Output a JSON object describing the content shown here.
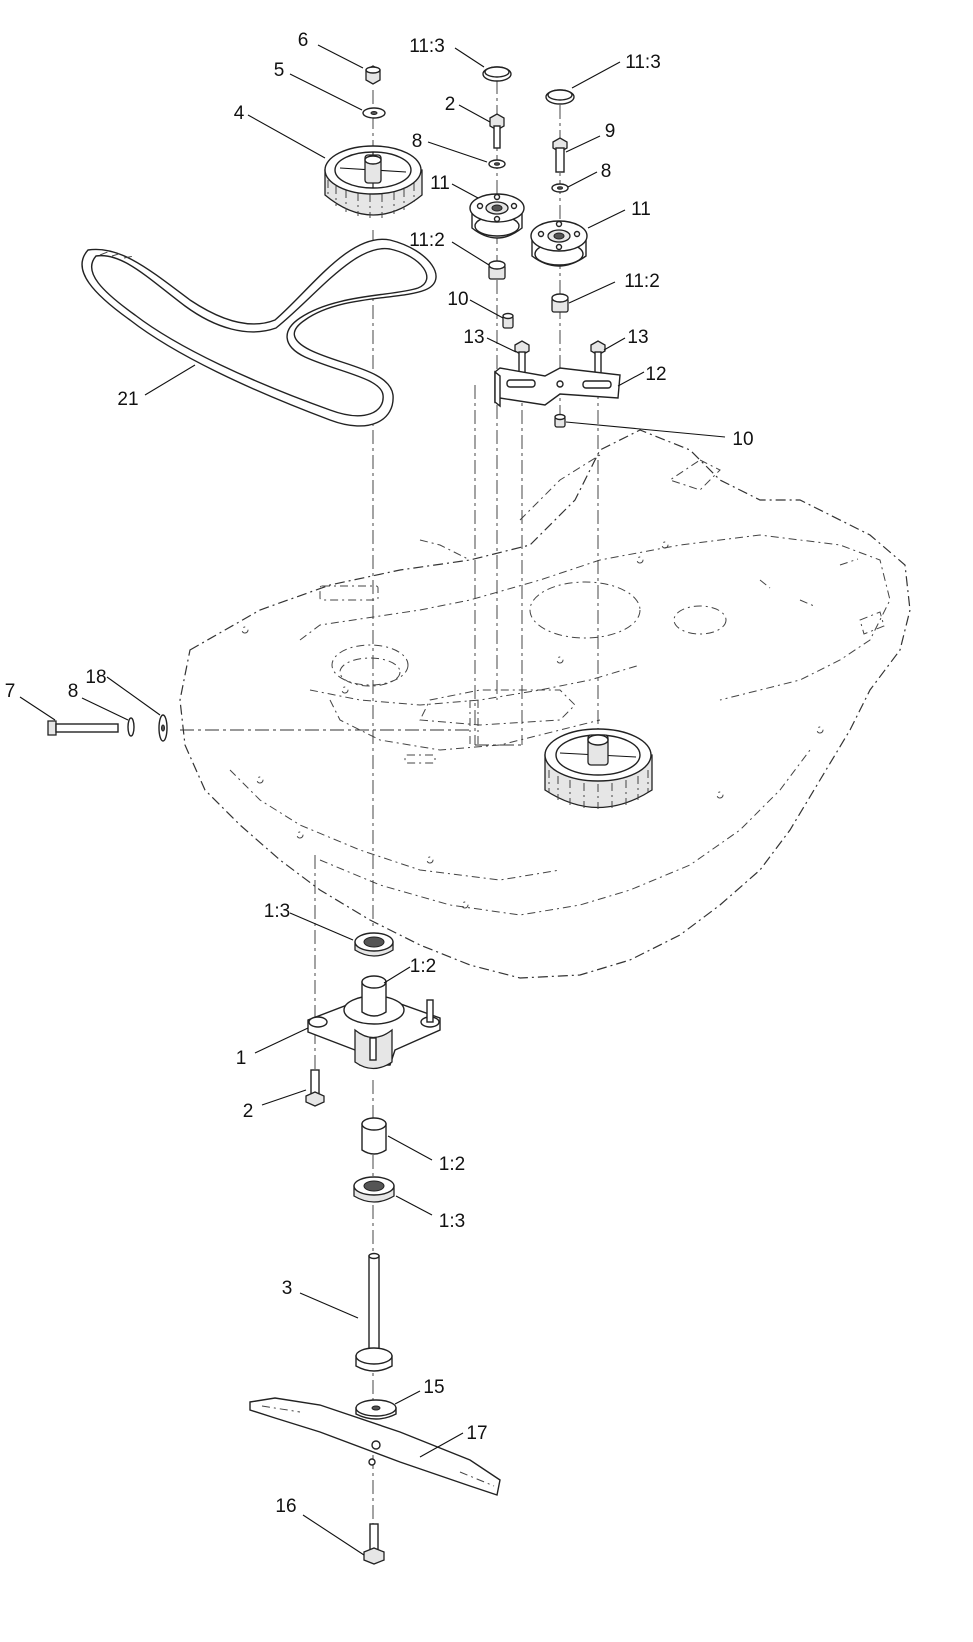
{
  "diagram": {
    "callouts": [
      {
        "id": "c6",
        "text": "6"
      },
      {
        "id": "c5",
        "text": "5"
      },
      {
        "id": "c4",
        "text": "4"
      },
      {
        "id": "c21",
        "text": "21"
      },
      {
        "id": "c11-3a",
        "text": "11:3"
      },
      {
        "id": "c11-3b",
        "text": "11:3"
      },
      {
        "id": "c2a",
        "text": "2"
      },
      {
        "id": "c8a",
        "text": "8"
      },
      {
        "id": "c9",
        "text": "9"
      },
      {
        "id": "c8b",
        "text": "8"
      },
      {
        "id": "c11a",
        "text": "11"
      },
      {
        "id": "c11b",
        "text": "11"
      },
      {
        "id": "c11-2a",
        "text": "11:2"
      },
      {
        "id": "c11-2b",
        "text": "11:2"
      },
      {
        "id": "c10a",
        "text": "10"
      },
      {
        "id": "c13a",
        "text": "13"
      },
      {
        "id": "c13b",
        "text": "13"
      },
      {
        "id": "c12",
        "text": "12"
      },
      {
        "id": "c10b",
        "text": "10"
      },
      {
        "id": "c7",
        "text": "7"
      },
      {
        "id": "c8c",
        "text": "8"
      },
      {
        "id": "c18",
        "text": "18"
      },
      {
        "id": "c1-3a",
        "text": "1:3"
      },
      {
        "id": "c1-2a",
        "text": "1:2"
      },
      {
        "id": "c1",
        "text": "1"
      },
      {
        "id": "c2b",
        "text": "2"
      },
      {
        "id": "c1-2b",
        "text": "1:2"
      },
      {
        "id": "c1-3b",
        "text": "1:3"
      },
      {
        "id": "c3",
        "text": "3"
      },
      {
        "id": "c15",
        "text": "15"
      },
      {
        "id": "c17",
        "text": "17"
      },
      {
        "id": "c16",
        "text": "16"
      }
    ]
  }
}
